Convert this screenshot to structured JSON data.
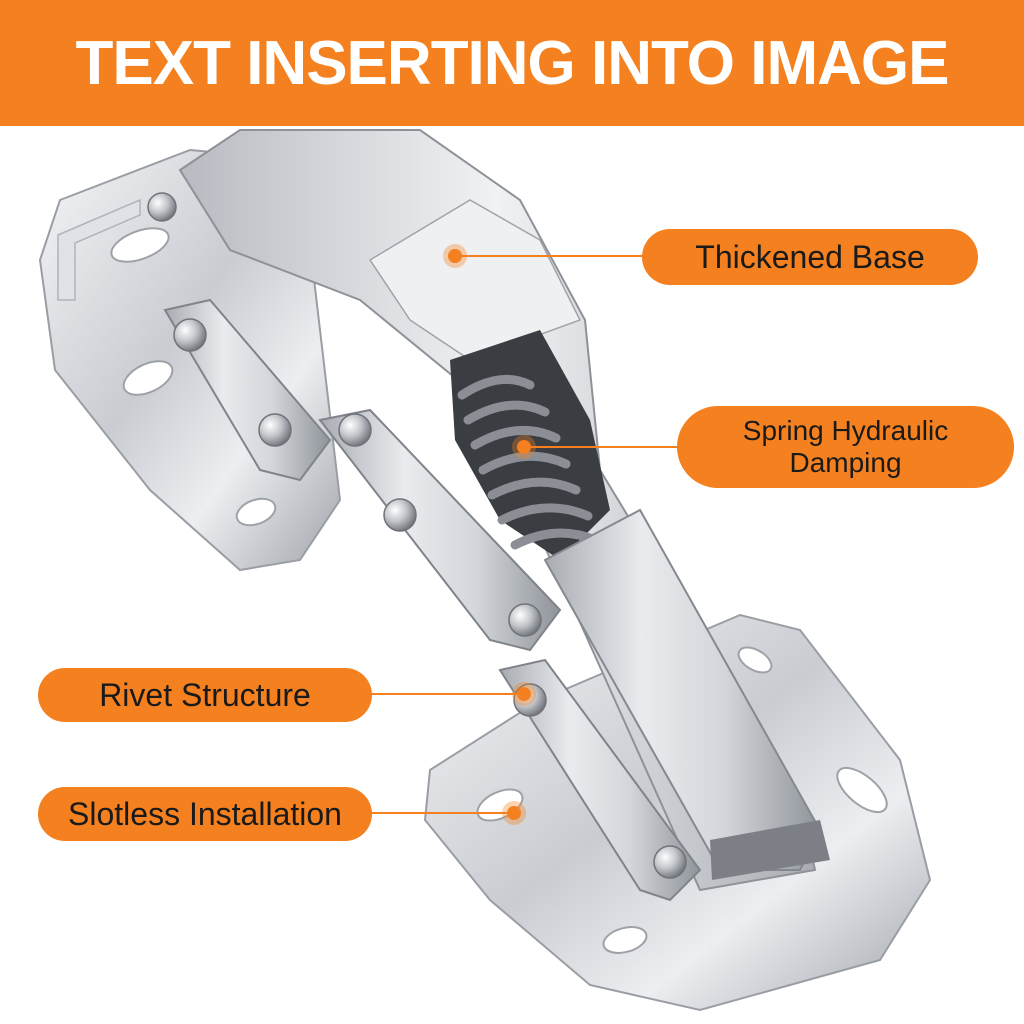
{
  "banner": {
    "title": "TEXT INSERTING INTO IMAGE"
  },
  "colors": {
    "accent": "#f4801f",
    "label_text": "#1a1a1a",
    "banner_text": "#ffffff"
  },
  "product": {
    "icon": "cabinet-hinge-illustration"
  },
  "callouts": {
    "thickened_base": "Thickened Base",
    "spring_line1": "Spring Hydraulic",
    "spring_line2": "Damping",
    "rivet_structure": "Rivet Structure",
    "slotless_installation": "Slotless Installation"
  }
}
